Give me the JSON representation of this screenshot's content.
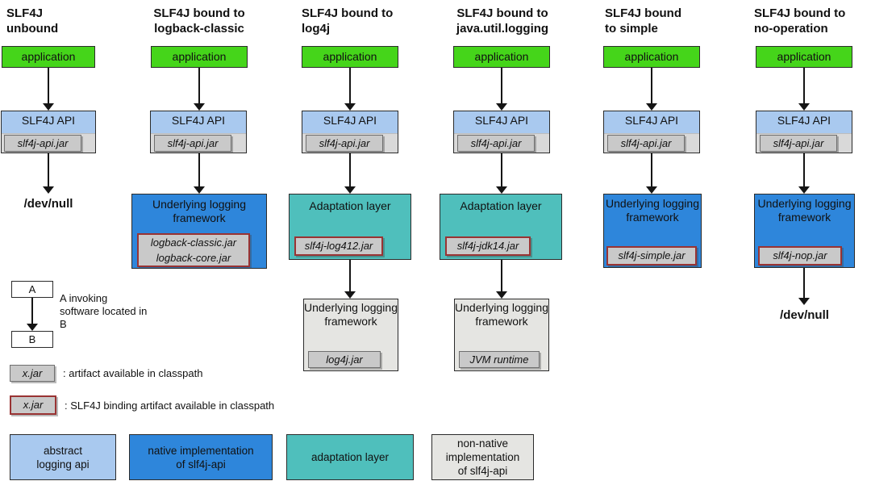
{
  "columns": [
    {
      "title": [
        "SLF4J",
        "unbound"
      ],
      "app": "application",
      "api": "SLF4J API",
      "api_jar": "slf4j-api.jar",
      "sink": "/dev/null"
    },
    {
      "title": [
        "SLF4J bound to",
        "logback-classic"
      ],
      "app": "application",
      "api": "SLF4J API",
      "api_jar": "slf4j-api.jar",
      "framework": "Underlying logging framework",
      "jars": [
        "logback-classic.jar",
        "logback-core.jar"
      ]
    },
    {
      "title": [
        "SLF4J bound to",
        "log4j"
      ],
      "app": "application",
      "api": "SLF4J API",
      "api_jar": "slf4j-api.jar",
      "adaptation": "Adaptation layer",
      "adaptation_jar": "slf4j-log412.jar",
      "framework": "Underlying logging framework",
      "framework_jar": "log4j.jar"
    },
    {
      "title": [
        "SLF4J bound to",
        "java.util.logging"
      ],
      "app": "application",
      "api": "SLF4J API",
      "api_jar": "slf4j-api.jar",
      "adaptation": "Adaptation layer",
      "adaptation_jar": "slf4j-jdk14.jar",
      "framework": "Underlying logging framework",
      "framework_jar": "JVM runtime"
    },
    {
      "title": [
        "SLF4J bound",
        "to simple"
      ],
      "app": "application",
      "api": "SLF4J API",
      "api_jar": "slf4j-api.jar",
      "framework": "Underlying logging framework",
      "framework_jar": "slf4j-simple.jar"
    },
    {
      "title": [
        "SLF4J bound to",
        "no-operation"
      ],
      "app": "application",
      "api": "SLF4J API",
      "api_jar": "slf4j-api.jar",
      "framework": "Underlying logging framework",
      "framework_jar": "slf4j-nop.jar",
      "sink": "/dev/null"
    }
  ],
  "legend": {
    "box_a": "A",
    "box_b": "B",
    "invoking_note": "A invoking software located in B",
    "artifact_sample": "x.jar",
    "artifact_note": ": artifact available in classpath",
    "binding_sample": "x.jar",
    "binding_note": ": SLF4J binding artifact available in classpath",
    "abstract_api": [
      "abstract",
      "logging api"
    ],
    "native_impl": [
      "native implementation",
      "of slf4j-api"
    ],
    "adaptation": "adaptation layer",
    "non_native_impl": [
      "non-native",
      "implementation",
      "of slf4j-api"
    ]
  },
  "colors": {
    "application-green": "#45d51a",
    "api-blue": "#a9c9ef",
    "native-blue": "#2e86db",
    "adaptation-teal": "#4fbfbc",
    "jar-gray": "#c9c9c9",
    "framework-gray": "#e5e5e2",
    "binding-red": "#993333"
  }
}
